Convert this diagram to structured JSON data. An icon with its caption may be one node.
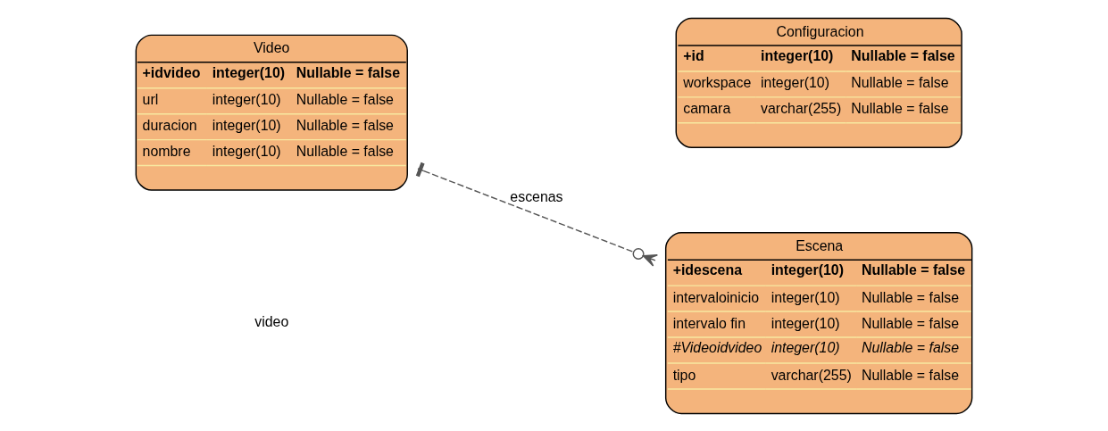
{
  "diagram": {
    "nodes": [
      {
        "text": [
          "Video",
          "+idvideo",
          "integer(10)",
          "Nullable = false",
          "url",
          "integer(10)",
          "Nullable = false",
          "duracion",
          "integer(10)",
          "Nullable = false",
          "nombre",
          "integer(10)",
          "Nullable = false"
        ]
      },
      {
        "text": [
          "Escena",
          "+idescena",
          "integer(10)",
          "Nullable = false",
          "intervaloinicio",
          "integer(10)",
          "Nullable = false",
          "intervalo fin",
          "integer(10)",
          "Nullable = false",
          "#Videoidvideo",
          "integer(10)",
          "Nullable = false",
          "tipo",
          "varchar(255)",
          "Nullable = false"
        ]
      },
      {
        "text": [
          "Configuracion",
          "+id",
          "integer(10)",
          "Nullable = false",
          "workspace",
          "integer(10)",
          "Nullable = false",
          "camara",
          "varchar(255)",
          "Nullable = false"
        ]
      }
    ],
    "edges": [
      {
        "from": 0,
        "to": 1,
        "arrow": "other",
        "style": "dashed",
        "label": "escenas"
      }
    ],
    "labels": [
      "video"
    ]
  }
}
